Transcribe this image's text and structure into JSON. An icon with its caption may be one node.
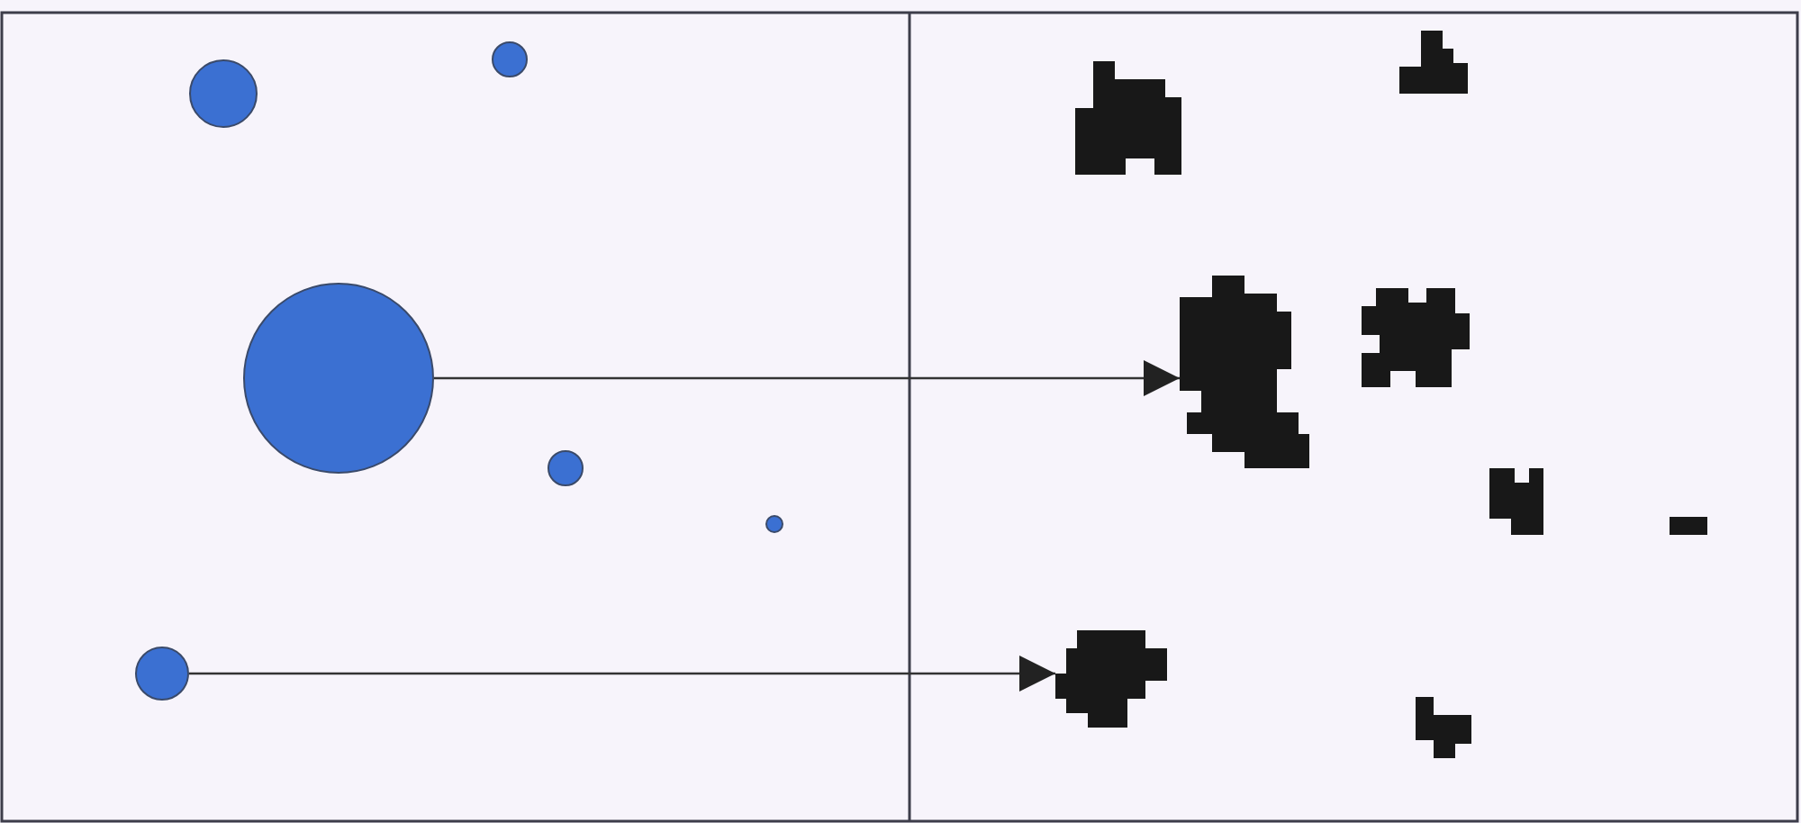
{
  "diagram": {
    "nodes": [
      {
        "text": [],
        "shape": "circle"
      },
      {
        "text": [],
        "shape": "circle"
      },
      {
        "text": [],
        "shape": "circle"
      },
      {
        "text": [],
        "shape": "circle"
      },
      {
        "text": [],
        "shape": "circle"
      },
      {
        "text": [],
        "shape": "circle"
      },
      {
        "text": [],
        "shape": "blob"
      },
      {
        "text": [],
        "shape": "blob"
      },
      {
        "text": [],
        "shape": "blob"
      },
      {
        "text": [],
        "shape": "blob"
      },
      {
        "text": [],
        "shape": "blob"
      },
      {
        "text": [],
        "shape": "blob"
      },
      {
        "text": [],
        "shape": "blob"
      },
      {
        "text": [],
        "shape": "blob"
      }
    ],
    "edges": [
      {
        "from": 2,
        "to": 9,
        "arrow": "to"
      },
      {
        "from": 5,
        "to": 12,
        "arrow": "to"
      }
    ]
  }
}
